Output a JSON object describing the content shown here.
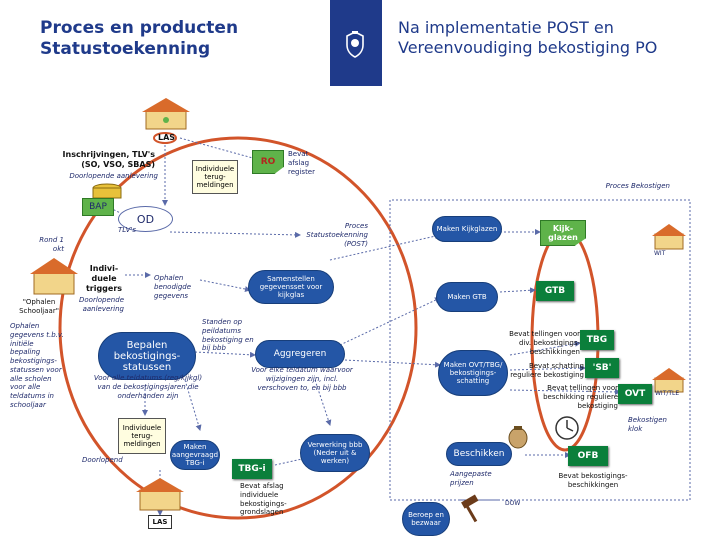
{
  "header": {
    "left_title_1": "Proces en producten",
    "left_title_2": "Statustoekenning",
    "right_title_1": "Na implementatie POST en",
    "right_title_2": "Vereenvoudiging bekostiging PO"
  },
  "nodes": {
    "las_top": "LAS",
    "inschrijvingen": "Inschrijvingen, TLV's (SO, VSO, SBAS)",
    "doorlopende_aanlevering_1": "Doorlopende aanlevering",
    "individuele_terugmeldingen_top": "Individuele terug-meldingen",
    "ro": "RO",
    "bevat_afslag": "Bevat afslag register",
    "bap": "BAP",
    "od": "OD",
    "tlvs": "TLV's",
    "rond_1_okt": "Rond 1 okt",
    "proces_bekostigen": "Proces Bekostigen",
    "proces_statustoekenning": "Proces Statustoekenning (POST)",
    "maken_kijkglazen": "Maken Kijkglazen",
    "kijkglazen": "Kijk-glazen",
    "wit": "WIT",
    "individuele_triggers": "Indivi-duele triggers",
    "ophalen_benodigde_gegevens": "Ophalen benodigde gegevens",
    "samenstellen_gegevensset": "Samenstellen gegevensset voor kijkglas",
    "doorlopende_aanlevering_2": "Doorlopende aanlevering",
    "ophalen_schooljaar": "\"Ophalen Schooljaar\"",
    "ophalen_gegevens_initieel": "Ophalen gegevens t.b.v. initiële bepaling bekostigings-statussen voor alle scholen voor alle teldatums in schooljaar",
    "maken_gtb": "Maken GTB",
    "gtb": "GTB",
    "bepalen_bekostigingsstatussen": "Bepalen bekostigings-statussen",
    "bepalen_sub": "Voor alle teldatums (reg/kijkgl) van de bekostigingsjaren die onderhanden zijn",
    "standen_op_peildatums": "Standen op peildatums bekostiging en bij bbb",
    "aggregeren": "Aggregeren",
    "aggregeren_sub": "Voor elke teldatum waarvoor wijzigingen zijn, incl. verschoven to, en bij bbb",
    "bevat_tellingen_voor_div": "Bevat tellingen voor div. bekostigings-beschikkingen",
    "tbg": "TBG",
    "maken_ovt": "Maken OVT/TBG/ bekostigings-schatting",
    "bevat_schatting": "Bevat schatting reguliere bekostiging",
    "sb": "'SB'",
    "bevat_tellingen_voor_beschikking": "Bevat tellingen voor beschikking reguliere bekostiging",
    "ovt": "OVT",
    "wit2": "WIT/TLE",
    "bekostigen_klok": "Bekostigen klok",
    "individuele_terugmeldingen_bottom": "Individuele terug-meldingen",
    "doorlopend": "Doorlopend",
    "maken_aangevraagd_tbg": "Maken aangevraagd TBG-i",
    "verwerking_bbb": "Verwerking bbb (Neder uit & werken)",
    "tbg_i": "TBG-i",
    "bevat_afslag_individuele": "Bevat afslag individuele bekostigings-grondslagen",
    "beschikken": "Beschikken",
    "ofb": "OFB",
    "aangepaste_prijzen": "Aangepaste prijzen",
    "bevat_bekostigings_beschikkingen": "Bevat bekostigings-beschikkingen",
    "dow": "DOW",
    "beroep_en_bezwaar": "Beroep en bezwaar",
    "las_bottom": "LAS"
  },
  "colors": {
    "title_blue": "#1f3a8a",
    "box_green": "#5fb34a",
    "box_blue": "#2456a6",
    "badge_green": "#0b7f3b",
    "oval_red": "#d2542a",
    "arrow": "#5a6aa8"
  }
}
